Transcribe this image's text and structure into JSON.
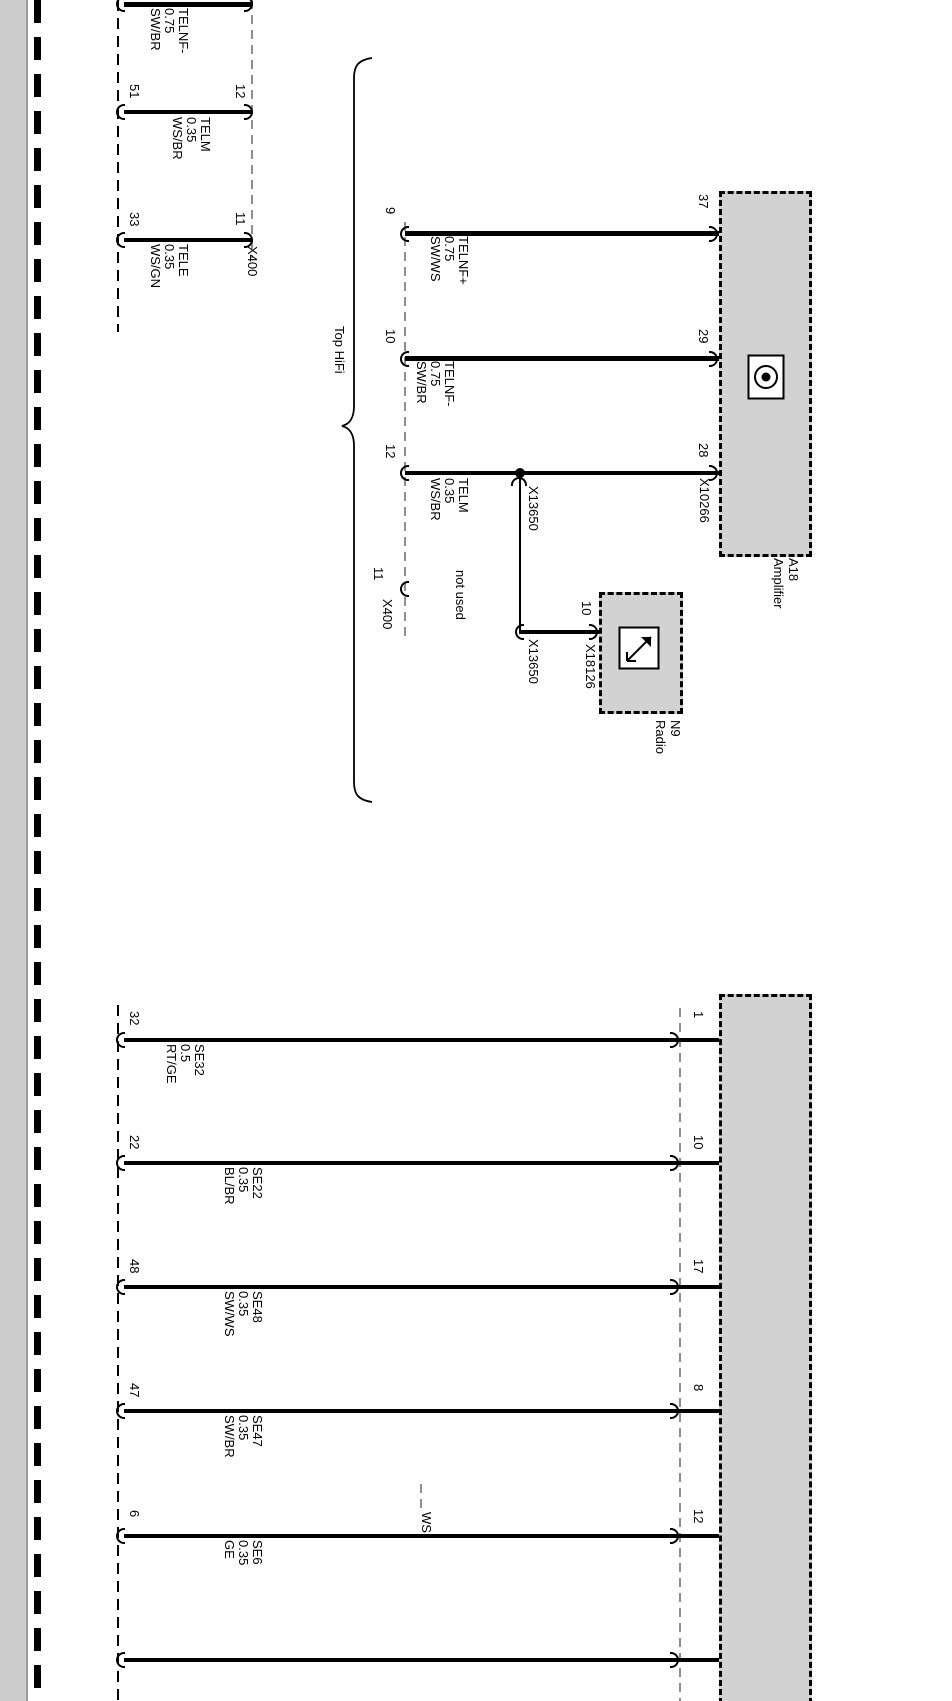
{
  "page": {
    "box_fill": "#d2d2d2",
    "line_color": "#000000"
  },
  "left_module": {
    "connector": "X400",
    "wires": [
      {
        "name": "TELNF-",
        "gauge": "0.75",
        "color": "SW/BR"
      },
      {
        "pin": "51",
        "conn_pin": "12",
        "name": "TELM",
        "gauge": "0.35",
        "color": "WS/BR"
      },
      {
        "pin": "33",
        "conn_pin": "11",
        "name": "TELE",
        "gauge": "0.35",
        "color": "WS/GN"
      }
    ]
  },
  "hifi_section": {
    "label": "Top HiFi",
    "connector": "X400",
    "wires": [
      {
        "pin": "9",
        "amp_pin": "37",
        "name": "TELNF+",
        "gauge": "0.75",
        "color": "SW/WS"
      },
      {
        "pin": "10",
        "amp_pin": "29",
        "name": "TELNF-",
        "gauge": "0.75",
        "color": "SW/BR"
      },
      {
        "pin": "12",
        "amp_pin": "28",
        "name": "TELM",
        "gauge": "0.35",
        "color": "WS/BR"
      }
    ],
    "unused_pin": "11",
    "unused_note": "not used"
  },
  "amplifier": {
    "code": "A18",
    "name": "Amplifier",
    "connector": "X10266"
  },
  "radio": {
    "code": "N9",
    "name": "Radio",
    "connector": "X18126",
    "pin": "10"
  },
  "inline_connector": "X13650",
  "bottom_section": {
    "note": "WS",
    "wires": [
      {
        "pin": "32",
        "comp_pin": "1",
        "name": "SE32",
        "gauge": "0.5",
        "color": "RT/GE"
      },
      {
        "pin": "22",
        "comp_pin": "10",
        "name": "SE22",
        "gauge": "0.35",
        "color": "BL/BR"
      },
      {
        "pin": "48",
        "comp_pin": "17",
        "name": "SE48",
        "gauge": "0.35",
        "color": "SW/WS"
      },
      {
        "pin": "47",
        "comp_pin": "8",
        "name": "SE47",
        "gauge": "0.35",
        "color": "SW/BR"
      },
      {
        "pin": "6",
        "comp_pin": "12",
        "name": "SE6",
        "gauge": "0.35",
        "color": "GE"
      }
    ]
  }
}
